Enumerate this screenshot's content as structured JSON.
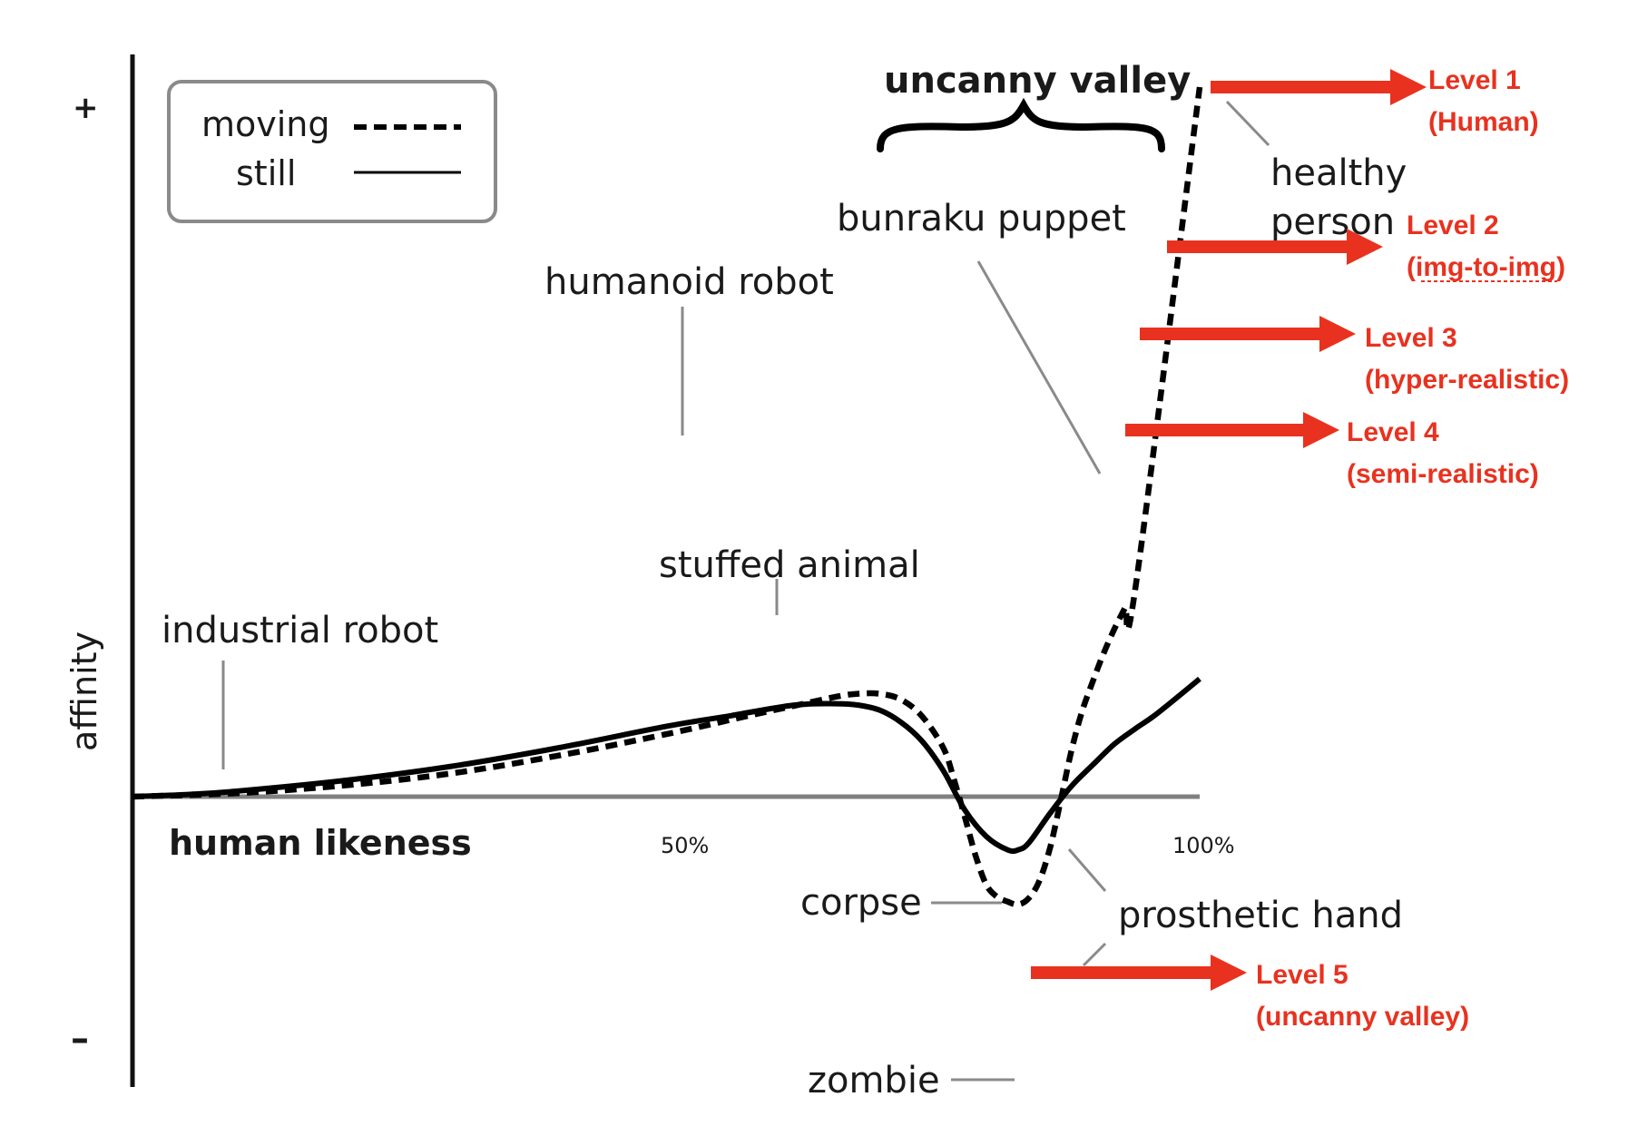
{
  "colors": {
    "curve": "#000000",
    "axis": "#808080",
    "leader": "#8a8a8a",
    "arrow": "#e8321f",
    "legend_border": "#8a8a8a"
  },
  "axes": {
    "x_label": "human likeness",
    "y_label": "affinity",
    "y_plus": "+",
    "y_minus": "–",
    "x_tick_50": "50%",
    "x_tick_100": "100%"
  },
  "legend": {
    "moving": "moving",
    "still": "still"
  },
  "title": "uncanny valley",
  "annotations": {
    "industrial_robot": "industrial robot",
    "humanoid_robot": "humanoid robot",
    "stuffed_animal": "stuffed animal",
    "bunraku_puppet": "bunraku puppet",
    "healthy_person_1": "healthy",
    "healthy_person_2": "person",
    "corpse": "corpse",
    "zombie": "zombie",
    "prosthetic_hand": "prosthetic hand"
  },
  "levels": [
    {
      "title": "Level 1",
      "subtitle": "(Human)"
    },
    {
      "title": "Level 2",
      "subtitle": "(img-to-img)"
    },
    {
      "title": "Level 3",
      "subtitle": "(hyper-realistic)"
    },
    {
      "title": "Level 4",
      "subtitle": "(semi-realistic)"
    },
    {
      "title": "Level 5",
      "subtitle": "(uncanny valley)"
    }
  ],
  "chart_data": {
    "type": "line",
    "title": "uncanny valley",
    "xlabel": "human likeness",
    "ylabel": "affinity",
    "xlim": [
      0,
      100
    ],
    "x_ticks": [
      "50%",
      "100%"
    ],
    "legend": "top-left",
    "series": [
      {
        "name": "moving",
        "style": "dashed",
        "points": [
          [
            0,
            0
          ],
          [
            10,
            0.5
          ],
          [
            20,
            1.6
          ],
          [
            30,
            3.3
          ],
          [
            40,
            5.8
          ],
          [
            50,
            8.8
          ],
          [
            58,
            11.5
          ],
          [
            62,
            12.8
          ],
          [
            66,
            14.1
          ],
          [
            68,
            14.5
          ],
          [
            70,
            14.5
          ],
          [
            72,
            13.7
          ],
          [
            74,
            11.3
          ],
          [
            76,
            6.8
          ],
          [
            77,
            2.3
          ],
          [
            78,
            -2.9
          ],
          [
            79,
            -8.3
          ],
          [
            80,
            -12.4
          ],
          [
            81,
            -14.1
          ],
          [
            82,
            -14.8
          ],
          [
            83,
            -15.2
          ],
          [
            84,
            -14.3
          ],
          [
            85,
            -11.8
          ],
          [
            86,
            -7.1
          ],
          [
            87,
            -0.4
          ],
          [
            88,
            6.6
          ],
          [
            89,
            12.1
          ],
          [
            90,
            16.3
          ],
          [
            91,
            20.2
          ],
          [
            92,
            23.6
          ],
          [
            93,
            26.6
          ],
          [
            94,
            29.6
          ],
          [
            100,
            100
          ]
        ]
      },
      {
        "name": "still",
        "style": "solid",
        "points": [
          [
            0,
            0
          ],
          [
            5,
            0.3
          ],
          [
            10,
            0.8
          ],
          [
            20,
            2.3
          ],
          [
            30,
            4.3
          ],
          [
            40,
            6.9
          ],
          [
            50,
            9.9
          ],
          [
            56,
            11.4
          ],
          [
            62,
            12.9
          ],
          [
            66,
            13.1
          ],
          [
            68,
            12.9
          ],
          [
            70,
            12.2
          ],
          [
            72,
            10.5
          ],
          [
            74,
            7.8
          ],
          [
            76,
            3.6
          ],
          [
            78,
            -1.9
          ],
          [
            80,
            -5.6
          ],
          [
            82,
            -7.5
          ],
          [
            83,
            -7.5
          ],
          [
            84,
            -6.5
          ],
          [
            86,
            -2.3
          ],
          [
            88,
            1.5
          ],
          [
            90,
            4.5
          ],
          [
            92,
            7.4
          ],
          [
            94,
            9.6
          ],
          [
            96,
            11.7
          ],
          [
            100,
            16.6
          ]
        ]
      }
    ],
    "annotations": [
      {
        "label": "industrial robot",
        "x": 9
      },
      {
        "label": "humanoid robot",
        "x": 52
      },
      {
        "label": "stuffed animal",
        "x": 61
      },
      {
        "label": "corpse",
        "x": 81
      },
      {
        "label": "zombie",
        "x": 83
      },
      {
        "label": "bunraku puppet",
        "x": 89
      },
      {
        "label": "prosthetic hand",
        "x": 88
      },
      {
        "label": "healthy person",
        "x": 100
      }
    ]
  }
}
